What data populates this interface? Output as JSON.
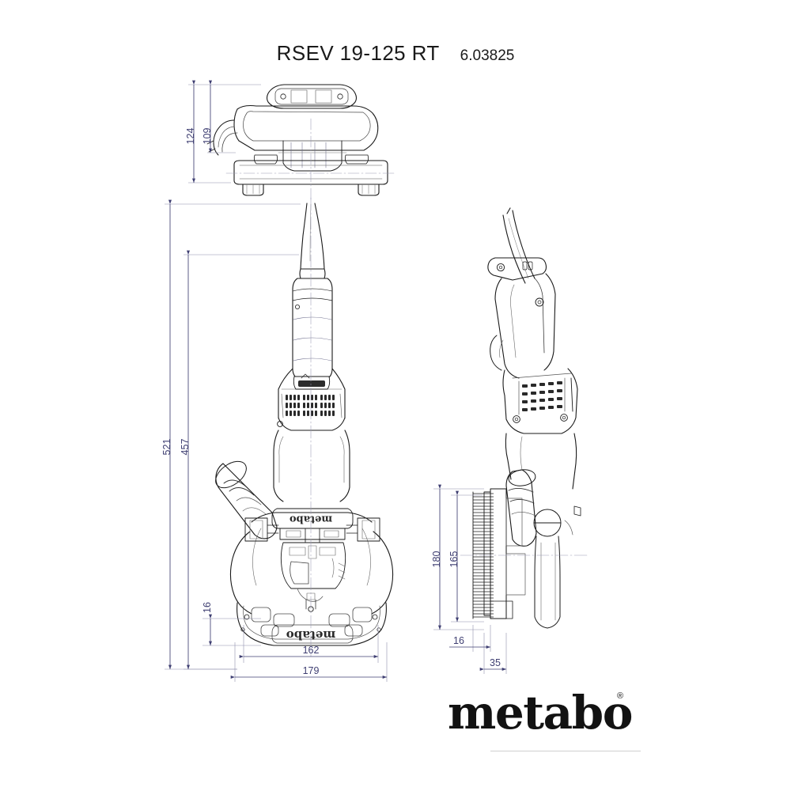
{
  "document": {
    "type": "technical-dimension-drawing",
    "title_model": "RSEV 19-125 RT",
    "title_code": "6.03825",
    "brand": "metabo",
    "brand_registered_mark": "®",
    "units_note": "",
    "background_color": "#ffffff",
    "line_color": "#1a1a1a",
    "dimension_color": "#3f3f72",
    "footer_rule_color": "#cfcfcf"
  },
  "views": {
    "top": {
      "name": "top-view",
      "label": "",
      "body_labels": []
    },
    "front": {
      "name": "front-view",
      "label": "",
      "body_labels": [
        "metabo",
        "metabo"
      ]
    },
    "side": {
      "name": "side-view",
      "label": "",
      "body_labels": []
    }
  },
  "dimensions": {
    "top_view": [
      {
        "id": "dim-124",
        "value": "124",
        "orientation": "vertical",
        "view": "top-view"
      },
      {
        "id": "dim-109",
        "value": "109",
        "orientation": "vertical",
        "view": "top-view"
      }
    ],
    "front_view": [
      {
        "id": "dim-521",
        "value": "521",
        "orientation": "vertical",
        "view": "front-view"
      },
      {
        "id": "dim-457",
        "value": "457",
        "orientation": "vertical",
        "view": "front-view"
      },
      {
        "id": "dim-16-front",
        "value": "16",
        "orientation": "vertical",
        "view": "front-view"
      },
      {
        "id": "dim-162",
        "value": "162",
        "orientation": "horizontal",
        "view": "front-view"
      },
      {
        "id": "dim-179",
        "value": "179",
        "orientation": "horizontal",
        "view": "front-view"
      }
    ],
    "side_view": [
      {
        "id": "dim-180",
        "value": "180",
        "orientation": "vertical",
        "view": "side-view"
      },
      {
        "id": "dim-165",
        "value": "165",
        "orientation": "vertical",
        "view": "side-view"
      },
      {
        "id": "dim-16-side",
        "value": "16",
        "orientation": "horizontal",
        "view": "side-view"
      },
      {
        "id": "dim-35",
        "value": "35",
        "orientation": "horizontal",
        "view": "side-view"
      }
    ]
  },
  "dim_values": {
    "d124": "124",
    "d109": "109",
    "d521": "521",
    "d457": "457",
    "d16f": "16",
    "d162": "162",
    "d179": "179",
    "d180": "180",
    "d165": "165",
    "d16s": "16",
    "d35": "35"
  },
  "part_labels": {
    "head_badge": "metabo",
    "base_badge": "metabo"
  }
}
